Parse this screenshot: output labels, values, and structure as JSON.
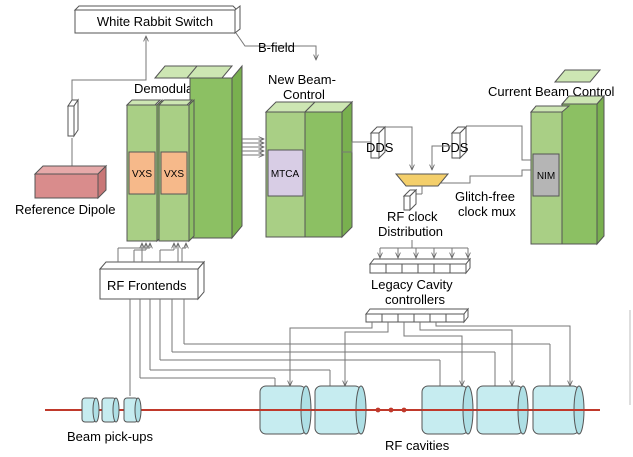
{
  "labels": {
    "white_rabbit_switch": "White Rabbit Switch",
    "b_field": "B-field",
    "new_beam_control_line1": "New Beam-",
    "new_beam_control_line2": "Control",
    "demodulation": "Demodulation",
    "current_beam_control": "Current Beam Control",
    "vxs_1": "VXS",
    "vxs_2": "VXS",
    "mtca": "MTCA",
    "nim": "NIM",
    "dds_1": "DDS",
    "dds_2": "DDS",
    "glitch_free_line1": "Glitch-free",
    "glitch_free_line2": "clock mux",
    "rf_clock_line1": "RF clock",
    "rf_clock_line2": "Distribution",
    "legacy_line1": "Legacy Cavity",
    "legacy_line2": "controllers",
    "rf_frontends": "RF Frontends",
    "reference_dipole": "Reference Dipole",
    "beam_pickups": "Beam pick-ups",
    "rf_cavities": "RF cavities"
  },
  "colors": {
    "crate_green": "#a9cf85",
    "crate_green_side": "#8cc063",
    "vxs_orange": "#f6b98a",
    "mtca_lavender": "#d8cde5",
    "nim_gray": "#b5b5b5",
    "dipole_red": "#d98c8c",
    "cavity_cyan": "#c6ecf0",
    "beam_red": "#c0392b",
    "mux_gold": "#f4cf6b"
  }
}
